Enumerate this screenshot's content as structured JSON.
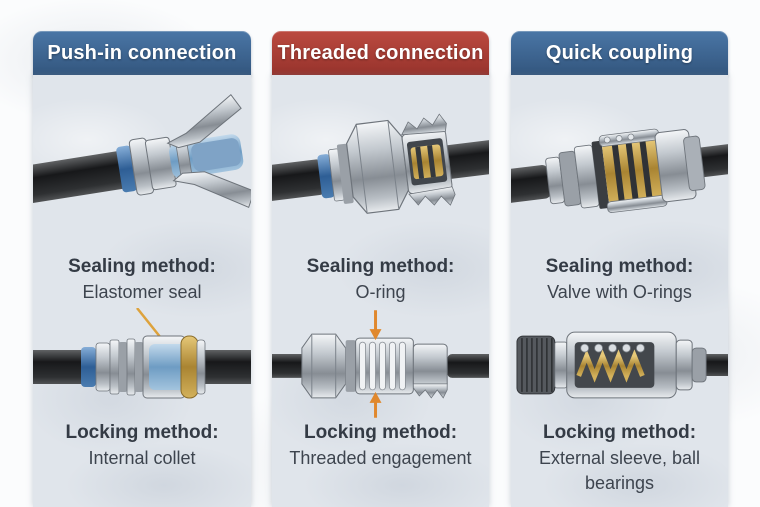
{
  "colors": {
    "header_blue": "#3d618c",
    "header_red": "#a83b32",
    "card_background": "#e0e5eb",
    "text_dark": "#343b45",
    "callout_yellow": "#dda23c",
    "arrow_orange": "#e0882d",
    "tube_black": "#1a1c1e",
    "metal_gray": "#b9bfc6",
    "accent_blue": "#3a6aa0",
    "brass_gold": "#bf9a44"
  },
  "columns": [
    {
      "header": "Push-in connection",
      "header_style": "blue",
      "sealing": {
        "label": "Sealing method:",
        "value": "Elastomer seal"
      },
      "locking": {
        "label": "Locking method:",
        "value": "Internal collet"
      },
      "illustrations": {
        "top": "push-in-connector-cutaway",
        "bottom": "push-in-elastomer-seal-cutaway-with-callout"
      }
    },
    {
      "header": "Threaded connection",
      "header_style": "red",
      "sealing": {
        "label": "Sealing method:",
        "value": "O-ring"
      },
      "locking": {
        "label": "Locking method:",
        "value": "Threaded engagement"
      },
      "illustrations": {
        "top": "threaded-connector-cutaway",
        "bottom": "threaded-engagement-cutaway-with-arrows"
      }
    },
    {
      "header": "Quick coupling",
      "header_style": "blue",
      "sealing": {
        "label": "Sealing method:",
        "value": "Valve with O-rings"
      },
      "locking": {
        "label": "Locking method:",
        "value": "External sleeve, ball bearings"
      },
      "illustrations": {
        "top": "quick-coupling-cutaway",
        "bottom": "quick-coupling-sleeve-ball-bearing-cutaway"
      }
    }
  ]
}
